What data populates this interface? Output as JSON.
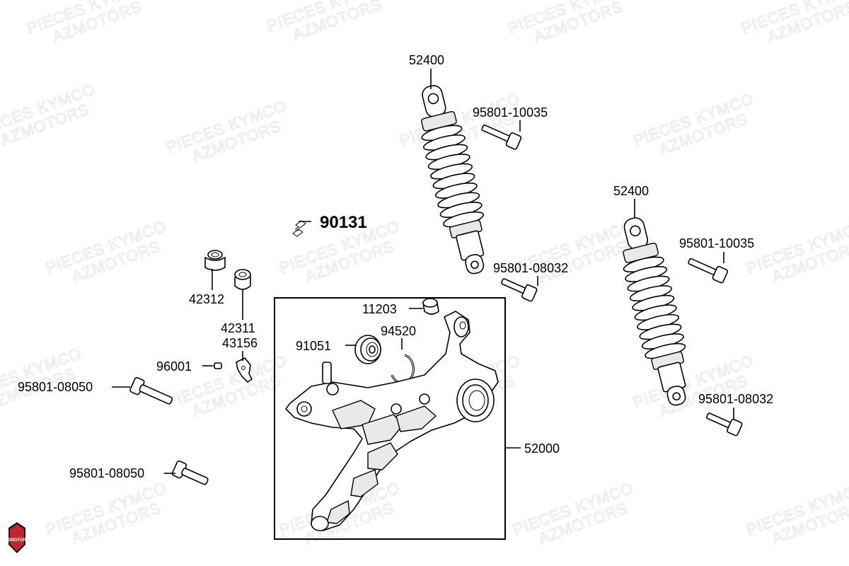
{
  "watermark": {
    "line1": "PIECES KYMCO",
    "line2": "AZMOTORS"
  },
  "logo": {
    "text": "AZMOTORS",
    "color": "#c0272d"
  },
  "parts": {
    "shock_left": "52400",
    "shock_right": "52400",
    "bolt_upper_left": "95801-10035",
    "bolt_upper_right": "95801-10035",
    "bolt_lower_left": "95801-08032",
    "bolt_lower_right": "95801-08032",
    "clip": "90131",
    "collar_42312": "42312",
    "collar_42311": "42311",
    "plate_43156": "43156",
    "screw_96001": "96001",
    "bolt_axle_upper": "95801-08050",
    "bolt_axle_lower": "95801-08050",
    "bushing_11203": "11203",
    "circlip_94520": "94520",
    "bearing_91051": "91051",
    "swing_arm": "52000"
  }
}
